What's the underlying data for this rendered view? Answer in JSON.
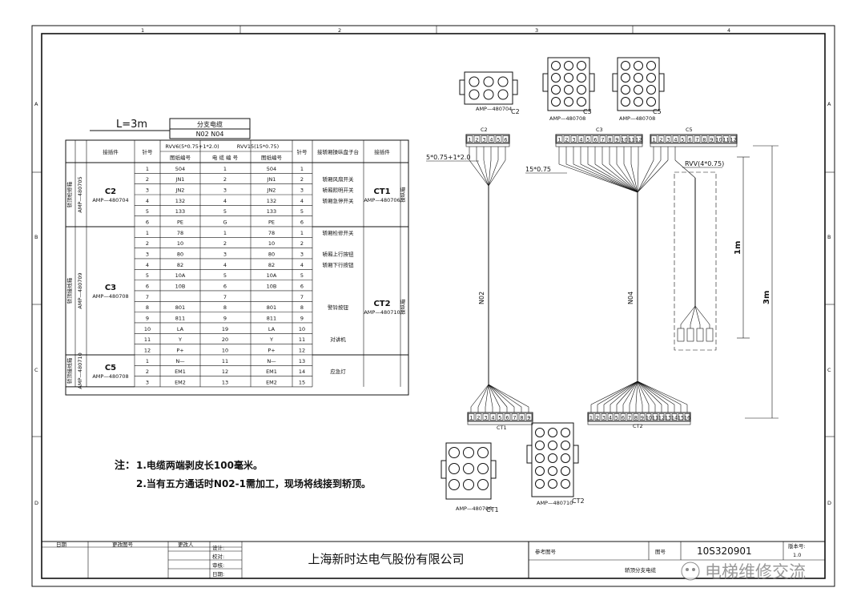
{
  "frame": {
    "cols": [
      "1",
      "2",
      "3",
      "4"
    ],
    "rows": [
      "A",
      "B",
      "C",
      "D"
    ]
  },
  "table": {
    "length_label": "L=3m",
    "cable_title": "分支电缆",
    "cable_ids": "N02   N04",
    "hdr_connector_left": "接插件",
    "hdr_pin": "针号",
    "hdr_cable1": "RVV6(5*0.75+1*2.0)",
    "hdr_cable2": "RVV15(15*0.75)",
    "hdr_sub_wire": "图纸编号",
    "hdr_sub_cable": "电 缆 编 号",
    "hdr_sub_wire2": "图纸编号",
    "hdr_pin2": "针号",
    "hdr_target": "接轿厢操纵盘子台",
    "hdr_connector_right": "接插件",
    "groups": [
      {
        "side": "轿顶检修箱",
        "model_side": "AMP—480705",
        "name": "C2",
        "model": "AMP—480704",
        "right_name": "CT1",
        "right_model": "AMP—480706"
      },
      {
        "side": "轿顶接线箱",
        "model_side": "AMP—480709",
        "name": "C3",
        "model": "AMP—480708",
        "right_name": "CT2",
        "right_model": "AMP—480710"
      },
      {
        "side": "轿顶接线箱",
        "model_side": "AMP—480710",
        "name": "C5",
        "model": "AMP—480708",
        "right_name": "",
        "right_model": ""
      }
    ],
    "right_side_labels": [
      "操纵箱",
      "操纵箱"
    ],
    "rows": [
      {
        "pin": "1",
        "w1": "504",
        "c": "1",
        "w2": "504",
        "p2": "1",
        "fn": ""
      },
      {
        "pin": "2",
        "w1": "JN1",
        "c": "2",
        "w2": "JN1",
        "p2": "2",
        "fn": "轿厢风扇开关"
      },
      {
        "pin": "3",
        "w1": "JN2",
        "c": "3",
        "w2": "JN2",
        "p2": "3",
        "fn": "轿厢照明开关"
      },
      {
        "pin": "4",
        "w1": "132",
        "c": "4",
        "w2": "132",
        "p2": "4",
        "fn": "轿厢急停开关"
      },
      {
        "pin": "5",
        "w1": "133",
        "c": "5",
        "w2": "133",
        "p2": "5",
        "fn": ""
      },
      {
        "pin": "6",
        "w1": "PE",
        "c": "G",
        "w2": "PE",
        "p2": "6",
        "fn": ""
      },
      {
        "pin": "1",
        "w1": "78",
        "c": "1",
        "w2": "78",
        "p2": "1",
        "fn": "轿厢检修开关"
      },
      {
        "pin": "2",
        "w1": "10",
        "c": "2",
        "w2": "10",
        "p2": "2",
        "fn": ""
      },
      {
        "pin": "3",
        "w1": "80",
        "c": "3",
        "w2": "80",
        "p2": "3",
        "fn": "轿厢上行按钮"
      },
      {
        "pin": "4",
        "w1": "82",
        "c": "4",
        "w2": "82",
        "p2": "4",
        "fn": "轿厢下行按钮"
      },
      {
        "pin": "5",
        "w1": "10A",
        "c": "5",
        "w2": "10A",
        "p2": "5",
        "fn": ""
      },
      {
        "pin": "6",
        "w1": "10B",
        "c": "6",
        "w2": "10B",
        "p2": "6",
        "fn": ""
      },
      {
        "pin": "7",
        "w1": "",
        "c": "7",
        "w2": "",
        "p2": "7",
        "fn": ""
      },
      {
        "pin": "8",
        "w1": "801",
        "c": "8",
        "w2": "801",
        "p2": "8",
        "fn": "警铃按钮"
      },
      {
        "pin": "9",
        "w1": "811",
        "c": "9",
        "w2": "811",
        "p2": "9",
        "fn": ""
      },
      {
        "pin": "10",
        "w1": "LA",
        "c": "19",
        "w2": "LA",
        "p2": "10",
        "fn": ""
      },
      {
        "pin": "11",
        "w1": "Y",
        "c": "20",
        "w2": "Y",
        "p2": "11",
        "fn": "对讲机"
      },
      {
        "pin": "12",
        "w1": "P+",
        "c": "10",
        "w2": "P+",
        "p2": "12",
        "fn": ""
      },
      {
        "pin": "1",
        "w1": "N—",
        "c": "11",
        "w2": "N—",
        "p2": "13",
        "fn": ""
      },
      {
        "pin": "2",
        "w1": "EM1",
        "c": "12",
        "w2": "EM1",
        "p2": "14",
        "fn": "应急灯"
      },
      {
        "pin": "3",
        "w1": "EM2",
        "c": "13",
        "w2": "EM2",
        "p2": "15",
        "fn": ""
      }
    ]
  },
  "diagram": {
    "c2_label": "C2",
    "c3_label": "C3",
    "c5_label": "C5",
    "c2_model": "AMP—480704",
    "c3_model": "AMP—480708",
    "c5_model": "AMP—480708",
    "ct1_label": "CT1",
    "ct2_label": "CT2",
    "ct1_model": "AMP—480706",
    "ct2_model": "AMP—480710",
    "cable1_spec": "5*0.75+1*2.0",
    "cable2_spec": "15*0.75",
    "cable3_spec": "RVV(4*0.75)",
    "n02": "N02",
    "n04": "N04",
    "dim_1m": "1m",
    "dim_3m": "3m",
    "c2_pins": [
      "1",
      "2",
      "3",
      "4",
      "5",
      "6"
    ],
    "c3_pins": [
      "1",
      "2",
      "3",
      "4",
      "5",
      "6",
      "7",
      "8",
      "9",
      "10",
      "11",
      "12"
    ],
    "c5_pins": [
      "1",
      "2",
      "3",
      "4",
      "5",
      "6",
      "7",
      "8",
      "9",
      "10",
      "11",
      "12"
    ],
    "ct1_pins": [
      "1",
      "2",
      "3",
      "4",
      "5",
      "6",
      "7",
      "8",
      "9"
    ],
    "ct2_pins": [
      "1",
      "2",
      "3",
      "4",
      "5",
      "6",
      "7",
      "8",
      "9",
      "10",
      "11",
      "12",
      "13",
      "14",
      "15",
      "16"
    ]
  },
  "notes": {
    "prefix": "注：",
    "line1": "1.电缆两端剥皮长100毫米。",
    "line2": "2.当有五方通话时N02-1需加工，现场将线接到轿顶。"
  },
  "titleblock": {
    "date": "日期",
    "change_no": "更改图号",
    "changer": "更改人",
    "design": "设计:",
    "check": "校对:",
    "review": "审核:",
    "date2": "日期:",
    "company": "上海新时达电气股份有限公司",
    "ref_drawing": "参考图号",
    "drawing_no_label": "图号",
    "drawing_no": "10S320901",
    "version_label": "版本号:",
    "version": "1.0",
    "title": "轿顶分支电缆"
  },
  "watermark": "电梯维修交流"
}
